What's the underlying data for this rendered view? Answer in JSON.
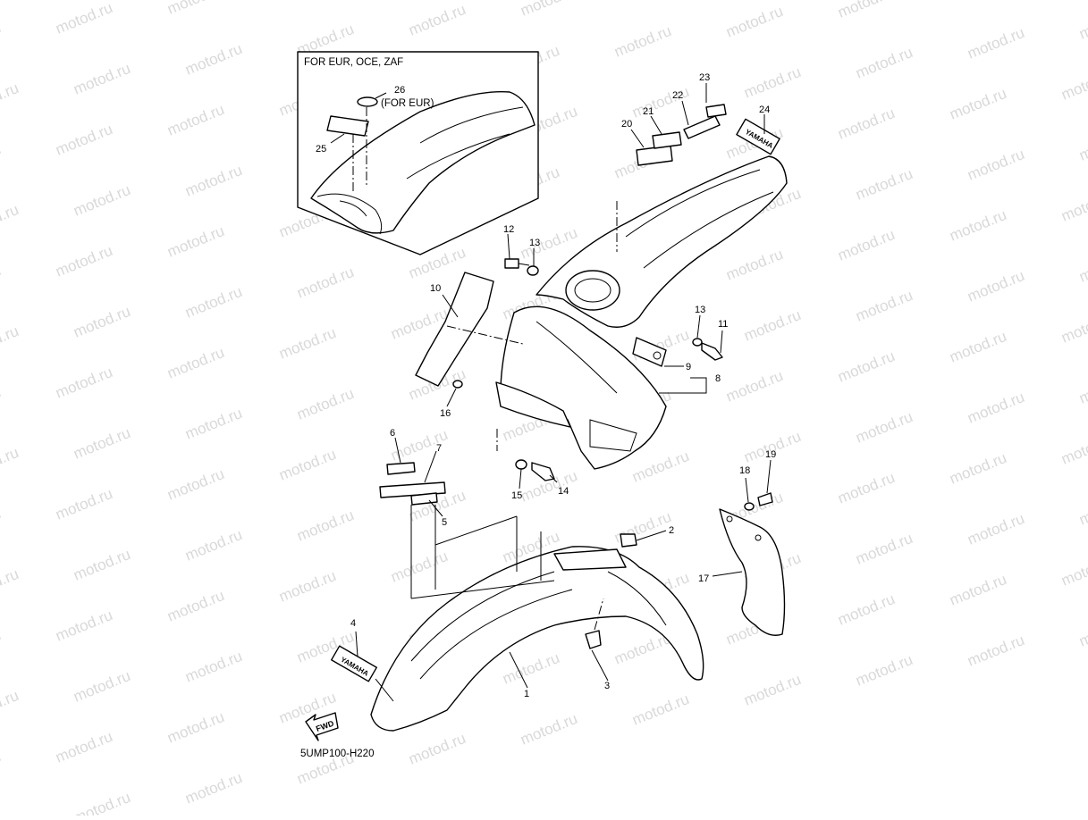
{
  "watermark": {
    "text": "motod.ru",
    "color": "#d9d9d9"
  },
  "inset": {
    "title": "FOR EUR, OCE, ZAF",
    "note": "(FOR EUR)"
  },
  "diagram_code": "5UMP100-H220",
  "fwd_label": "FWD",
  "brand_label": "YAMAHA",
  "callouts": [
    {
      "id": "c1",
      "text": "1"
    },
    {
      "id": "c2",
      "text": "2"
    },
    {
      "id": "c3",
      "text": "3"
    },
    {
      "id": "c4",
      "text": "4"
    },
    {
      "id": "c5",
      "text": "5"
    },
    {
      "id": "c6",
      "text": "6"
    },
    {
      "id": "c7",
      "text": "7"
    },
    {
      "id": "c8",
      "text": "8"
    },
    {
      "id": "c9",
      "text": "9"
    },
    {
      "id": "c10",
      "text": "10"
    },
    {
      "id": "c11",
      "text": "11"
    },
    {
      "id": "c12",
      "text": "12"
    },
    {
      "id": "c13a",
      "text": "13"
    },
    {
      "id": "c13b",
      "text": "13"
    },
    {
      "id": "c14",
      "text": "14"
    },
    {
      "id": "c15",
      "text": "15"
    },
    {
      "id": "c16",
      "text": "16"
    },
    {
      "id": "c17",
      "text": "17"
    },
    {
      "id": "c18",
      "text": "18"
    },
    {
      "id": "c19",
      "text": "19"
    },
    {
      "id": "c20",
      "text": "20"
    },
    {
      "id": "c21",
      "text": "21"
    },
    {
      "id": "c22",
      "text": "22"
    },
    {
      "id": "c23",
      "text": "23"
    },
    {
      "id": "c24",
      "text": "24"
    },
    {
      "id": "c25",
      "text": "25"
    },
    {
      "id": "c26",
      "text": "26"
    }
  ]
}
